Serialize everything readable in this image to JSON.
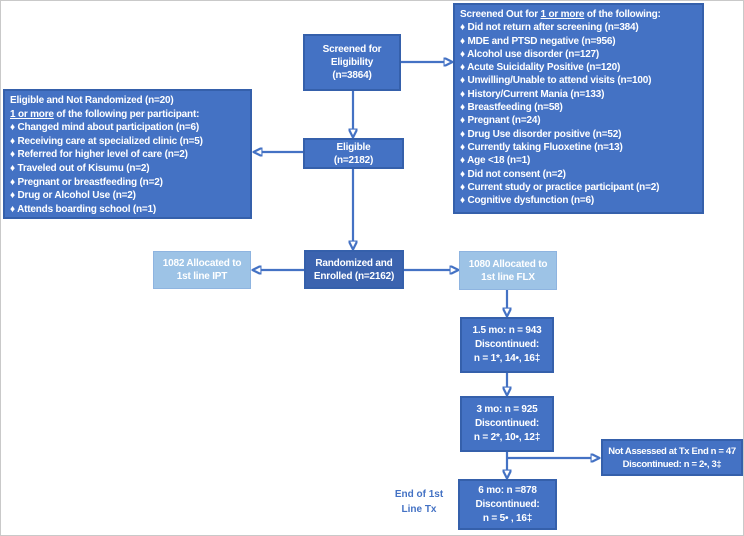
{
  "colors": {
    "box_fill": "#4472c4",
    "box_border": "#3560ab",
    "randomized_fill": "#3b63af",
    "light_fill": "#9dc3e6",
    "light_border": "#8eb4e0",
    "arrow": "#4472c4",
    "label_text": "#4472c4"
  },
  "screened": {
    "lines": [
      "Screened for",
      "Eligibility",
      "(n=3864)"
    ]
  },
  "screened_out": {
    "title_prefix": "Screened Out for ",
    "title_underline": "1 or more",
    "title_suffix": " of the following:",
    "items": [
      "♦ Did not return after screening (n=384)",
      "♦ MDE and PTSD negative (n=956)",
      "♦ Alcohol use disorder (n=127)",
      "♦ Acute Suicidality Positive (n=120)",
      "♦ Unwilling/Unable to attend visits (n=100)",
      "♦ History/Current Mania (n=133)",
      "♦ Breastfeeding (n=58)",
      "♦ Pregnant (n=24)",
      "♦ Drug Use disorder positive (n=52)",
      "♦ Currently taking Fluoxetine (n=13)",
      "♦ Age <18 (n=1)",
      "♦ Did not consent (n=2)",
      "♦ Current study or practice participant (n=2)",
      "♦ Cognitive dysfunction (n=6)"
    ]
  },
  "not_randomized": {
    "title": "Eligible and Not Randomized (n=20)",
    "subtitle_underline": "1 or more",
    "subtitle_suffix": " of the following per participant:",
    "items": [
      "♦ Changed mind about participation (n=6)",
      "♦ Receiving care at specialized clinic (n=5)",
      "♦ Referred for higher level of care (n=2)",
      "♦ Traveled out of Kisumu (n=2)",
      "♦ Pregnant or breastfeeding (n=2)",
      "♦ Drug or Alcohol Use (n=2)",
      "♦ Attends boarding school (n=1)"
    ]
  },
  "eligible": {
    "lines": [
      "Eligible",
      "(n=2182)"
    ]
  },
  "randomized": {
    "lines": [
      "Randomized and",
      "Enrolled (n=2162)"
    ]
  },
  "ipt_allocated": {
    "lines": [
      "1082 Allocated to",
      "1st line IPT"
    ]
  },
  "flx_allocated": {
    "lines": [
      "1080 Allocated to",
      "1st line FLX"
    ]
  },
  "month_1_5": {
    "lines": [
      "1.5 mo: n = 943",
      "Discontinued:",
      "n = 1*, 14•, 16‡"
    ]
  },
  "month_3": {
    "lines": [
      "3 mo: n = 925",
      "Discontinued:",
      "n = 2*, 10•, 12‡"
    ]
  },
  "not_assessed": {
    "lines": [
      "Not Assessed at Tx End n = 47",
      "Discontinued: n = 2•, 3‡"
    ]
  },
  "month_6": {
    "lines": [
      "6 mo: n =878",
      "Discontinued:",
      "n = 5• , 16‡"
    ]
  },
  "end_label": {
    "lines": [
      "End of 1st",
      "Line Tx"
    ]
  }
}
